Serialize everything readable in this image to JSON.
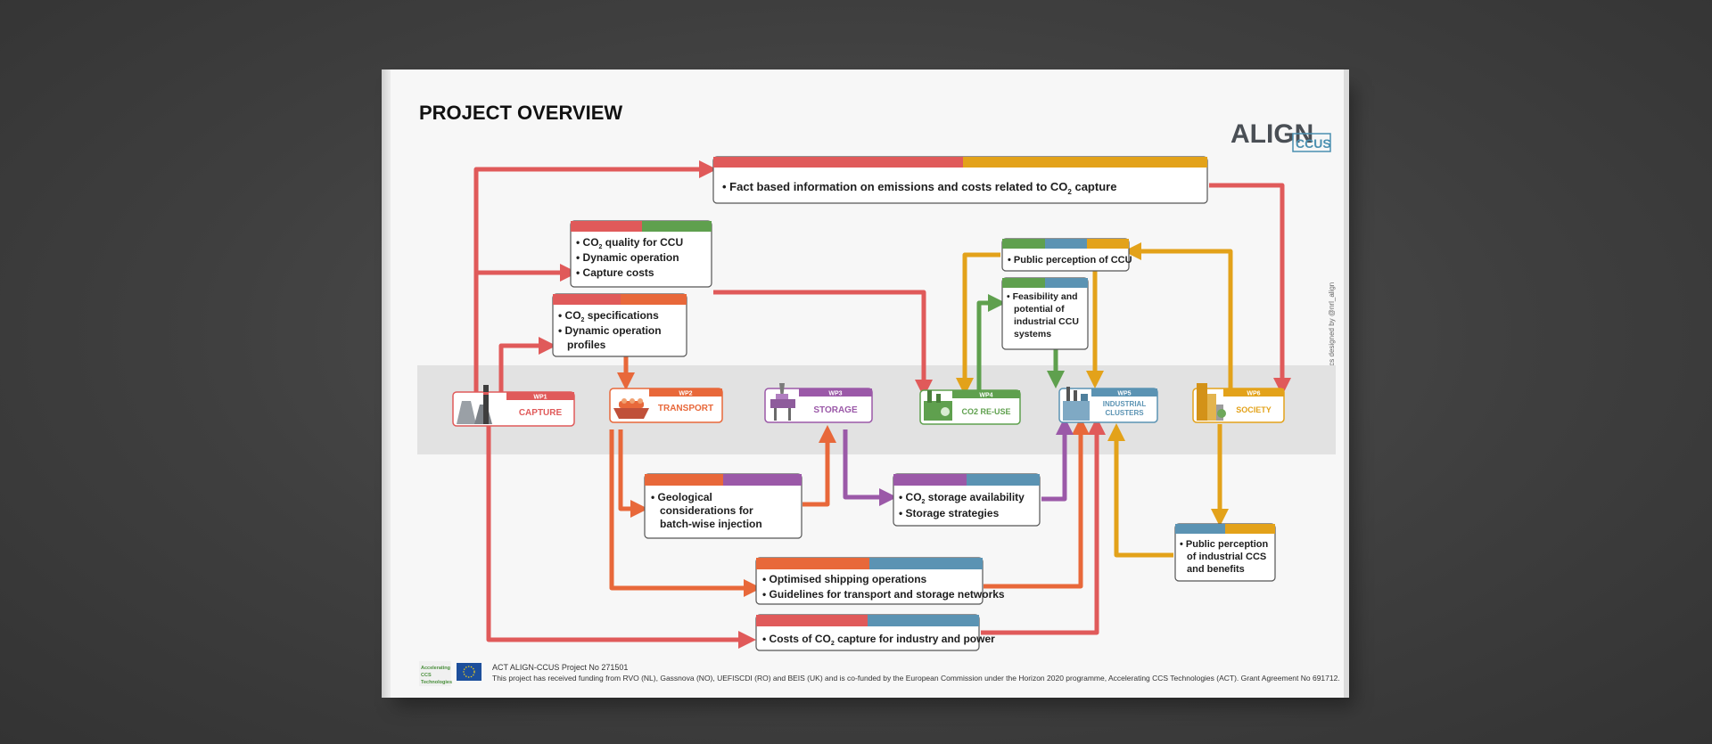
{
  "title": "PROJECT OVERVIEW",
  "logo": {
    "main": "ALIGN",
    "sub": "CCUS"
  },
  "side_credit": "Art @aligncus infographics designed by @nrl_align",
  "colors": {
    "capture": "#e05a5a",
    "transport": "#e8683a",
    "storage": "#9b59a8",
    "reuse": "#5fa04e",
    "clusters": "#5b93b3",
    "society": "#e3a21a"
  },
  "work_packages": [
    {
      "id": "WP1",
      "name": "CAPTURE",
      "icon": "power-plant-icon"
    },
    {
      "id": "WP2",
      "name": "TRANSPORT",
      "icon": "ship-icon"
    },
    {
      "id": "WP3",
      "name": "STORAGE",
      "icon": "offshore-platform-icon"
    },
    {
      "id": "WP4",
      "name": "CO2 RE-USE",
      "icon": "chemical-plant-icon"
    },
    {
      "id": "WP5",
      "name_line1": "INDUSTRIAL",
      "name_line2": "CLUSTERS",
      "icon": "factory-icon"
    },
    {
      "id": "WP6",
      "name": "SOCIETY",
      "icon": "city-icon"
    }
  ],
  "boxes": {
    "fact_info": {
      "line1": "• Fact based information on emissions and costs related to CO",
      "sub": "2",
      "line1_end": " capture"
    },
    "co2_quality": {
      "line1": "• CO",
      "sub1": "2",
      "line1_end": " quality for CCU",
      "line2": "• Dynamic operation",
      "line3": "• Capture costs"
    },
    "co2_specs": {
      "line1": "• CO",
      "sub1": "2",
      "line1_end": " specifications",
      "line2": "• Dynamic operation",
      "line3": "profiles"
    },
    "public_ccu": {
      "line1": "• Public perception of CCU"
    },
    "feasibility": {
      "line1": "• Feasibility and",
      "line2": "potential of",
      "line3": "industrial CCU",
      "line4": "systems"
    },
    "geological": {
      "line1": "• Geological",
      "line2": "considerations for",
      "line3": "batch-wise injection"
    },
    "storage_avail": {
      "line1": "• CO",
      "sub1": "2",
      "line1_end": " storage availability",
      "line2": "• Storage strategies"
    },
    "shipping": {
      "line1": "• Optimised shipping operations",
      "line2": "• Guidelines for transport and storage networks"
    },
    "costs": {
      "line1": "• Costs of CO",
      "sub1": "2",
      "line1_end": " capture for industry and power"
    },
    "public_ccs": {
      "line1": "• Public perception",
      "line2": "of industrial CCS",
      "line3": "and benefits"
    }
  },
  "footer": {
    "line1": "ACT ALIGN-CCUS Project No 271501",
    "line2": "This project has received funding from RVO (NL), Gassnova (NO), UEFISCDI (RO) and BEIS (UK) and is co-funded by the European Commission under the Horizon 2020 programme, Accelerating CCS Technologies (ACT). Grant Agreement No 691712.",
    "act_logo": [
      "Accelerating",
      "CCS",
      "Technologies"
    ]
  }
}
